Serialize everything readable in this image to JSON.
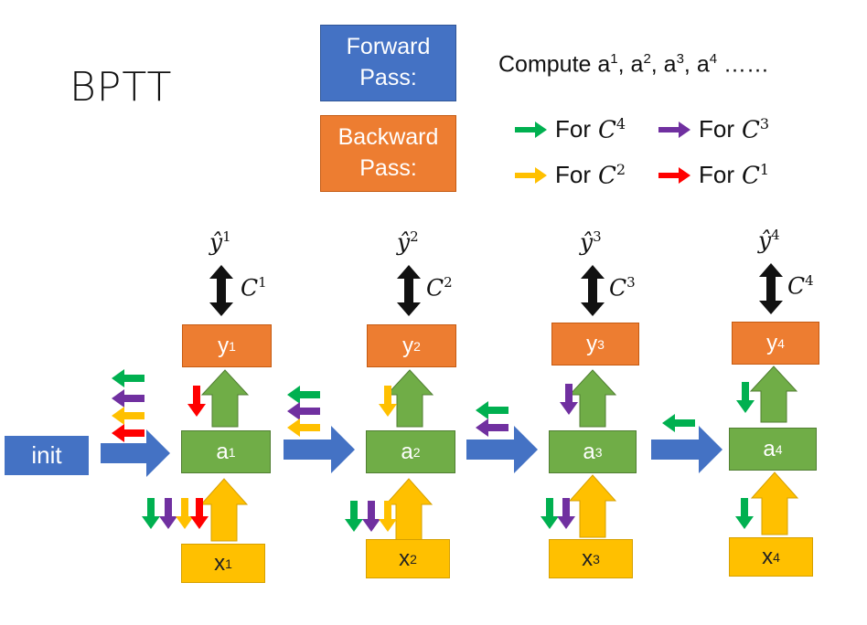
{
  "title": "BPTT",
  "forward_box": {
    "line1": "Forward",
    "line2": "Pass:"
  },
  "backward_box": {
    "line1": "Backward",
    "line2": "Pass:"
  },
  "compute_text": {
    "prefix": "Compute a",
    "t1": "1",
    "t2": "2",
    "t3": "3",
    "t4": "4",
    "ellipsis": "……"
  },
  "legend": [
    {
      "label": "For",
      "var": "C",
      "sup": "4",
      "color": "#00b050"
    },
    {
      "label": "For",
      "var": "C",
      "sup": "3",
      "color": "#7030a0"
    },
    {
      "label": "For",
      "var": "C",
      "sup": "2",
      "color": "#ffc000"
    },
    {
      "label": "For",
      "var": "C",
      "sup": "1",
      "color": "#ff0000"
    }
  ],
  "init_label": "init",
  "steps": [
    {
      "y": "y",
      "a": "a",
      "x": "x",
      "sup": "1",
      "yhat": "ŷ",
      "cost": "C"
    },
    {
      "y": "y",
      "a": "a",
      "x": "x",
      "sup": "2",
      "yhat": "ŷ",
      "cost": "C"
    },
    {
      "y": "y",
      "a": "a",
      "x": "x",
      "sup": "3",
      "yhat": "ŷ",
      "cost": "C"
    },
    {
      "y": "y",
      "a": "a",
      "x": "x",
      "sup": "4",
      "yhat": "ŷ",
      "cost": "C"
    }
  ],
  "colors": {
    "forward": "#4472c4",
    "backward": "#ed7d31",
    "output_node": "#ed7d31",
    "hidden_node": "#70ad47",
    "input_node": "#ffc000",
    "c4": "#00b050",
    "c3": "#7030a0",
    "c2": "#ffc000",
    "c1": "#ff0000"
  }
}
